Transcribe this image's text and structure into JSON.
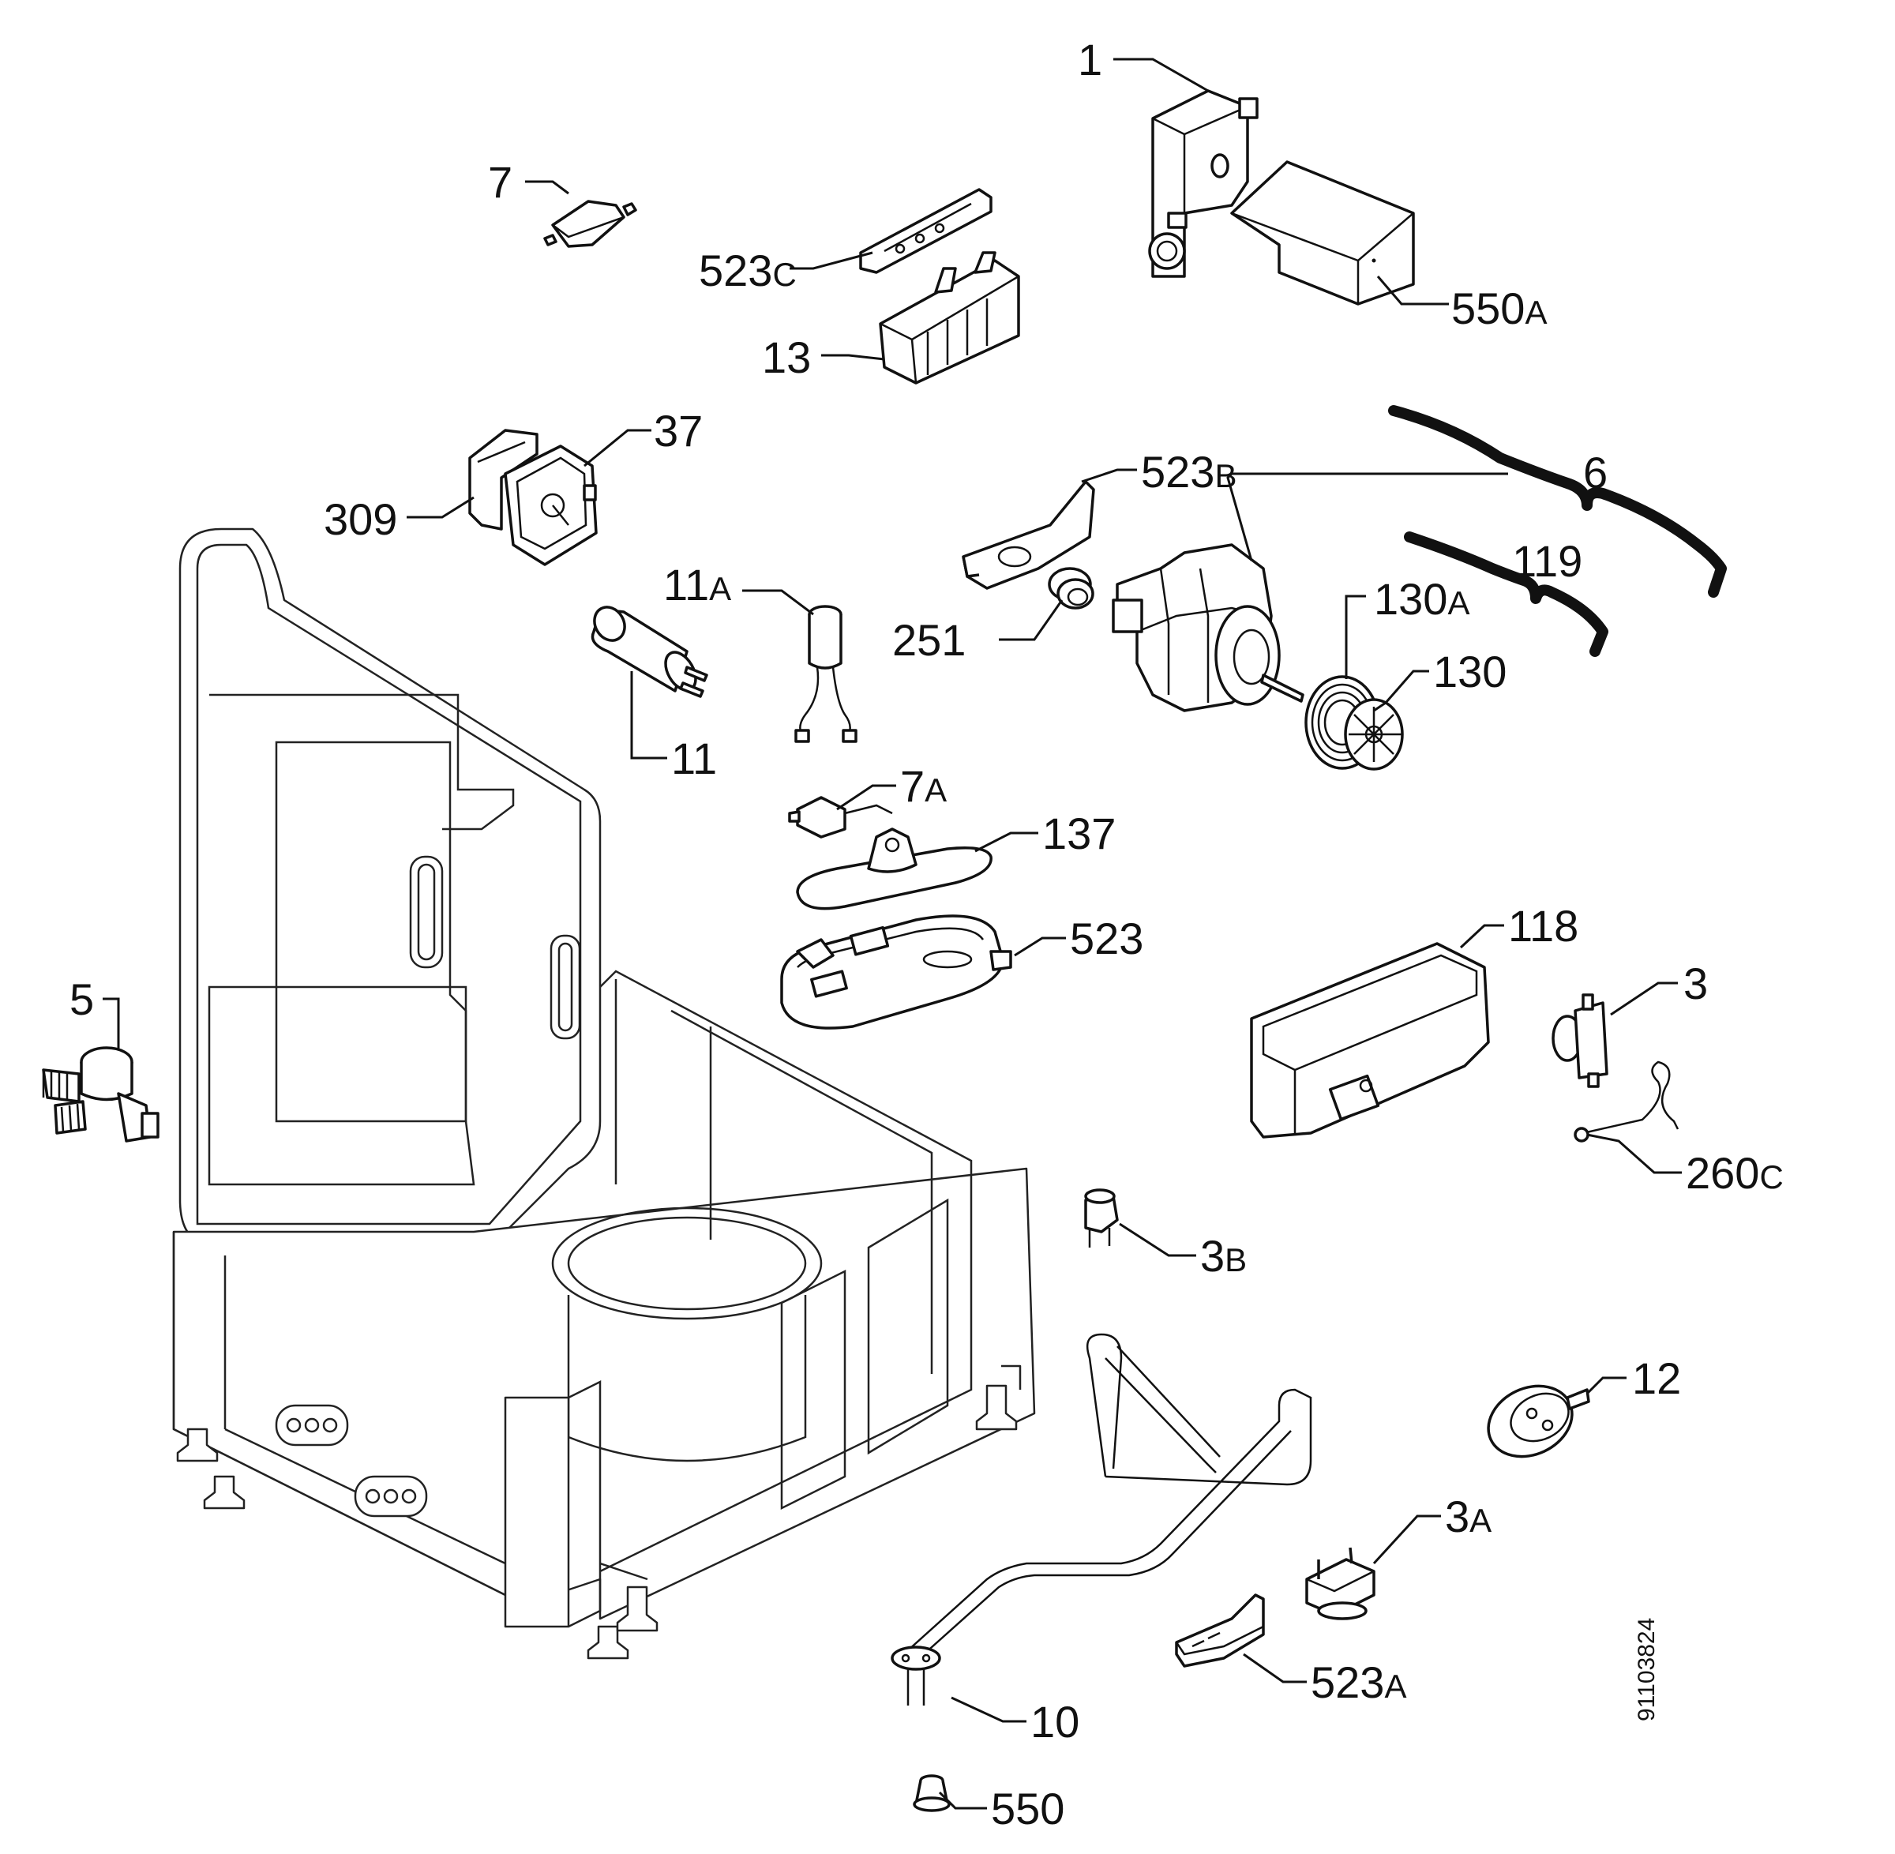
{
  "labels": {
    "l1": "1",
    "l550A": "550",
    "l550A_sfx": "A",
    "l7": "7",
    "l523C": "523",
    "l523C_sfx": "C",
    "l13": "13",
    "l37": "37",
    "l309": "309",
    "l523B": "523",
    "l523B_sfx": "B",
    "l6": "6",
    "l119": "119",
    "l11A": "11",
    "l11A_sfx": "A",
    "l251": "251",
    "l130A": "130",
    "l130A_sfx": "A",
    "l130": "130",
    "l11": "11",
    "l7A": "7",
    "l7A_sfx": "A",
    "l137": "137",
    "l523": "523",
    "l118": "118",
    "l3": "3",
    "l5": "5",
    "l260C": "260",
    "l260C_sfx": "C",
    "l3B": "3",
    "l3B_sfx": "B",
    "l12": "12",
    "l3A": "3",
    "l3A_sfx": "A",
    "l523A": "523",
    "l523A_sfx": "A",
    "l10": "10",
    "l550": "550"
  },
  "document_number": "91103824"
}
